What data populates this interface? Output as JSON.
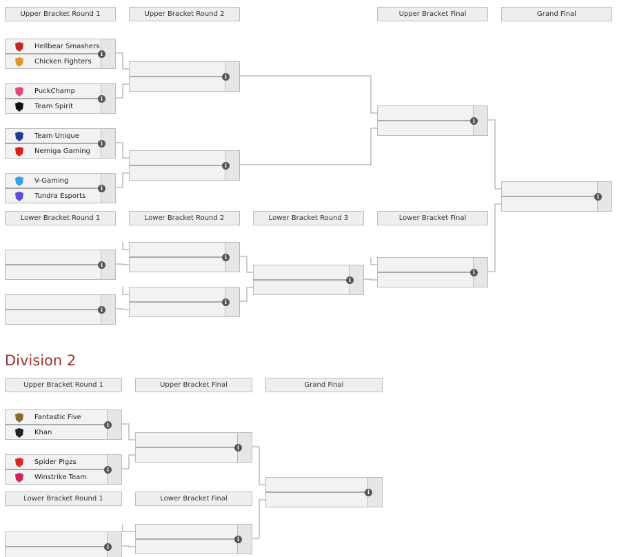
{
  "division1": {
    "upper_headers": [
      "Upper Bracket Round 1",
      "Upper Bracket Round 2",
      "Upper Bracket Final",
      "Grand Final"
    ],
    "lower_headers": [
      "Lower Bracket Round 1",
      "Lower Bracket Round 2",
      "Lower Bracket Round 3",
      "Lower Bracket Final"
    ],
    "ub_r1": [
      {
        "team1": "Hellbear Smashers",
        "team2": "Chicken Fighters"
      },
      {
        "team1": "PuckChamp",
        "team2": "Team Spirit"
      },
      {
        "team1": "Team Unique",
        "team2": "Nemiga Gaming"
      },
      {
        "team1": "V-Gaming",
        "team2": "Tundra Esports"
      }
    ]
  },
  "division2": {
    "title": "Division 2",
    "upper_headers": [
      "Upper Bracket Round 1",
      "Upper Bracket Final",
      "Grand Final"
    ],
    "lower_headers": [
      "Lower Bracket Round 1",
      "Lower Bracket Final"
    ],
    "ub_r1": [
      {
        "team1": "Fantastic Five",
        "team2": "Khan"
      },
      {
        "team1": "Spider Pigzs",
        "team2": "Winstrike Team"
      }
    ]
  },
  "info_icon": "info-icon",
  "logos": {
    "Hellbear Smashers": "#c0282a",
    "Chicken Fighters": "#d99a2a",
    "PuckChamp": "#e04a80",
    "Team Spirit": "#111111",
    "Team Unique": "#1f3b8f",
    "Nemiga Gaming": "#d62020",
    "V-Gaming": "#3aa0e0",
    "Tundra Esports": "#5a4fd6",
    "Fantastic Five": "#8a6a30",
    "Khan": "#222222",
    "Spider Pigzs": "#d8262a",
    "Winstrike Team": "#d42060"
  }
}
